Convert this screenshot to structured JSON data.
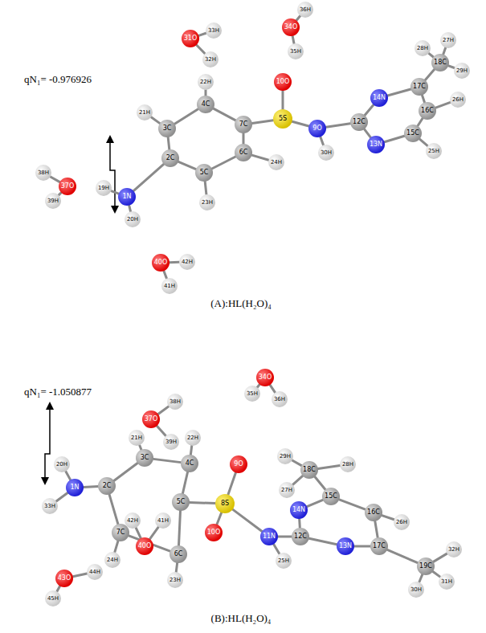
{
  "diagram": {
    "nodes": [
      {
        "text": [
          "31O"
        ]
      },
      {
        "text": [
          "33H"
        ]
      },
      {
        "text": [
          "32H"
        ]
      },
      {
        "text": [
          "36H"
        ]
      },
      {
        "text": [
          "34O"
        ]
      },
      {
        "text": [
          "35H"
        ]
      },
      {
        "text": [
          "10O"
        ]
      },
      {
        "text": [
          "5S"
        ]
      },
      {
        "text": [
          "9O"
        ]
      },
      {
        "text": [
          "30H"
        ]
      },
      {
        "text": [
          "12C"
        ]
      },
      {
        "text": [
          "14N"
        ]
      },
      {
        "text": [
          "13N"
        ]
      },
      {
        "text": [
          "15C"
        ]
      },
      {
        "text": [
          "16C"
        ]
      },
      {
        "text": [
          "17C"
        ]
      },
      {
        "text": [
          "18C"
        ]
      },
      {
        "text": [
          "27H"
        ]
      },
      {
        "text": [
          "28H"
        ]
      },
      {
        "text": [
          "29H"
        ]
      },
      {
        "text": [
          "26H"
        ]
      },
      {
        "text": [
          "25H"
        ]
      },
      {
        "text": [
          "7C"
        ]
      },
      {
        "text": [
          "4C"
        ]
      },
      {
        "text": [
          "22H"
        ]
      },
      {
        "text": [
          "3C"
        ]
      },
      {
        "text": [
          "21H"
        ]
      },
      {
        "text": [
          "2C"
        ]
      },
      {
        "text": [
          "6C"
        ]
      },
      {
        "text": [
          "5C"
        ]
      },
      {
        "text": [
          "24H"
        ]
      },
      {
        "text": [
          "23H"
        ]
      },
      {
        "text": [
          "1N"
        ]
      },
      {
        "text": [
          "19H"
        ]
      },
      {
        "text": [
          "20H"
        ]
      },
      {
        "text": [
          "37O"
        ]
      },
      {
        "text": [
          "38H"
        ]
      },
      {
        "text": [
          "39H"
        ]
      },
      {
        "text": [
          "40O"
        ]
      },
      {
        "text": [
          "42H"
        ]
      },
      {
        "text": [
          "41H"
        ]
      },
      {
        "text": [
          "34O"
        ]
      },
      {
        "text": [
          "35H"
        ]
      },
      {
        "text": [
          "36H"
        ]
      },
      {
        "text": [
          "37O"
        ]
      },
      {
        "text": [
          "38H"
        ]
      },
      {
        "text": [
          "21H"
        ]
      },
      {
        "text": [
          "39H"
        ]
      },
      {
        "text": [
          "3C"
        ]
      },
      {
        "text": [
          "22H"
        ]
      },
      {
        "text": [
          "4C"
        ]
      },
      {
        "text": [
          "9O"
        ]
      },
      {
        "text": [
          "8S"
        ]
      },
      {
        "text": [
          "10O"
        ]
      },
      {
        "text": [
          "2C"
        ]
      },
      {
        "text": [
          "1N"
        ]
      },
      {
        "text": [
          "20H"
        ]
      },
      {
        "text": [
          "33H"
        ]
      },
      {
        "text": [
          "5C"
        ]
      },
      {
        "text": [
          "7C"
        ]
      },
      {
        "text": [
          "40O"
        ]
      },
      {
        "text": [
          "42H"
        ]
      },
      {
        "text": [
          "41H"
        ]
      },
      {
        "text": [
          "6C"
        ]
      },
      {
        "text": [
          "24H"
        ]
      },
      {
        "text": [
          "23H"
        ]
      },
      {
        "text": [
          "43O"
        ]
      },
      {
        "text": [
          "44H"
        ]
      },
      {
        "text": [
          "45H"
        ]
      },
      {
        "text": [
          "11N"
        ]
      },
      {
        "text": [
          "25H"
        ]
      },
      {
        "text": [
          "12C"
        ]
      },
      {
        "text": [
          "14N"
        ]
      },
      {
        "text": [
          "13N"
        ]
      },
      {
        "text": [
          "15C"
        ]
      },
      {
        "text": [
          "16C"
        ]
      },
      {
        "text": [
          "26H"
        ]
      },
      {
        "text": [
          "17C"
        ]
      },
      {
        "text": [
          "18C"
        ]
      },
      {
        "text": [
          "27H"
        ]
      },
      {
        "text": [
          "28H"
        ]
      },
      {
        "text": [
          "29H"
        ]
      },
      {
        "text": [
          "19C"
        ]
      },
      {
        "text": [
          "32H"
        ]
      },
      {
        "text": [
          "31H"
        ]
      },
      {
        "text": [
          "30H"
        ]
      }
    ],
    "edges": [
      {
        "from": 0,
        "to": 1,
        "arrow": "none"
      },
      {
        "from": 0,
        "to": 2,
        "arrow": "none"
      },
      {
        "from": 4,
        "to": 3,
        "arrow": "none"
      },
      {
        "from": 4,
        "to": 5,
        "arrow": "none"
      },
      {
        "from": 7,
        "to": 6,
        "arrow": "none"
      },
      {
        "from": 7,
        "to": 8,
        "arrow": "none"
      },
      {
        "from": 8,
        "to": 9,
        "arrow": "none"
      },
      {
        "from": 8,
        "to": 10,
        "arrow": "none"
      },
      {
        "from": 10,
        "to": 11,
        "arrow": "none"
      },
      {
        "from": 10,
        "to": 12,
        "arrow": "none"
      },
      {
        "from": 11,
        "to": 15,
        "arrow": "none"
      },
      {
        "from": 15,
        "to": 14,
        "arrow": "none"
      },
      {
        "from": 14,
        "to": 13,
        "arrow": "none"
      },
      {
        "from": 13,
        "to": 12,
        "arrow": "none"
      },
      {
        "from": 15,
        "to": 16,
        "arrow": "none"
      },
      {
        "from": 16,
        "to": 17,
        "arrow": "none"
      },
      {
        "from": 16,
        "to": 18,
        "arrow": "none"
      },
      {
        "from": 16,
        "to": 19,
        "arrow": "none"
      },
      {
        "from": 14,
        "to": 20,
        "arrow": "none"
      },
      {
        "from": 13,
        "to": 21,
        "arrow": "none"
      },
      {
        "from": 7,
        "to": 22,
        "arrow": "none"
      },
      {
        "from": 22,
        "to": 23,
        "arrow": "none"
      },
      {
        "from": 23,
        "to": 24,
        "arrow": "none"
      },
      {
        "from": 23,
        "to": 25,
        "arrow": "none"
      },
      {
        "from": 25,
        "to": 26,
        "arrow": "none"
      },
      {
        "from": 25,
        "to": 27,
        "arrow": "none"
      },
      {
        "from": 27,
        "to": 29,
        "arrow": "none"
      },
      {
        "from": 29,
        "to": 28,
        "arrow": "none"
      },
      {
        "from": 28,
        "to": 22,
        "arrow": "none"
      },
      {
        "from": 28,
        "to": 30,
        "arrow": "none"
      },
      {
        "from": 29,
        "to": 31,
        "arrow": "none"
      },
      {
        "from": 27,
        "to": 32,
        "arrow": "none"
      },
      {
        "from": 32,
        "to": 33,
        "arrow": "none"
      },
      {
        "from": 32,
        "to": 34,
        "arrow": "none"
      },
      {
        "from": 35,
        "to": 36,
        "arrow": "none"
      },
      {
        "from": 35,
        "to": 37,
        "arrow": "none"
      },
      {
        "from": 38,
        "to": 39,
        "arrow": "none"
      },
      {
        "from": 38,
        "to": 40,
        "arrow": "none"
      },
      {
        "from": 41,
        "to": 42,
        "arrow": "none"
      },
      {
        "from": 41,
        "to": 43,
        "arrow": "none"
      },
      {
        "from": 44,
        "to": 45,
        "arrow": "none"
      },
      {
        "from": 44,
        "to": 47,
        "arrow": "none"
      },
      {
        "from": 48,
        "to": 46,
        "arrow": "none"
      },
      {
        "from": 48,
        "to": 50,
        "arrow": "none"
      },
      {
        "from": 50,
        "to": 49,
        "arrow": "none"
      },
      {
        "from": 50,
        "to": 58,
        "arrow": "none"
      },
      {
        "from": 58,
        "to": 52,
        "arrow": "none"
      },
      {
        "from": 52,
        "to": 51,
        "arrow": "none"
      },
      {
        "from": 52,
        "to": 53,
        "arrow": "none"
      },
      {
        "from": 52,
        "to": 69,
        "arrow": "none"
      },
      {
        "from": 69,
        "to": 70,
        "arrow": "none"
      },
      {
        "from": 69,
        "to": 71,
        "arrow": "none"
      },
      {
        "from": 71,
        "to": 72,
        "arrow": "none"
      },
      {
        "from": 71,
        "to": 73,
        "arrow": "none"
      },
      {
        "from": 72,
        "to": 74,
        "arrow": "none"
      },
      {
        "from": 74,
        "to": 75,
        "arrow": "none"
      },
      {
        "from": 75,
        "to": 77,
        "arrow": "none"
      },
      {
        "from": 77,
        "to": 73,
        "arrow": "none"
      },
      {
        "from": 75,
        "to": 76,
        "arrow": "none"
      },
      {
        "from": 74,
        "to": 78,
        "arrow": "none"
      },
      {
        "from": 78,
        "to": 79,
        "arrow": "none"
      },
      {
        "from": 78,
        "to": 80,
        "arrow": "none"
      },
      {
        "from": 78,
        "to": 81,
        "arrow": "none"
      },
      {
        "from": 77,
        "to": 82,
        "arrow": "none"
      },
      {
        "from": 82,
        "to": 83,
        "arrow": "none"
      },
      {
        "from": 82,
        "to": 84,
        "arrow": "none"
      },
      {
        "from": 82,
        "to": 85,
        "arrow": "none"
      },
      {
        "from": 48,
        "to": 54,
        "arrow": "none"
      },
      {
        "from": 54,
        "to": 55,
        "arrow": "none"
      },
      {
        "from": 55,
        "to": 56,
        "arrow": "none"
      },
      {
        "from": 55,
        "to": 57,
        "arrow": "none"
      },
      {
        "from": 54,
        "to": 59,
        "arrow": "none"
      },
      {
        "from": 59,
        "to": 63,
        "arrow": "none"
      },
      {
        "from": 63,
        "to": 58,
        "arrow": "none"
      },
      {
        "from": 59,
        "to": 64,
        "arrow": "none"
      },
      {
        "from": 63,
        "to": 65,
        "arrow": "none"
      },
      {
        "from": 66,
        "to": 67,
        "arrow": "none"
      },
      {
        "from": 66,
        "to": 68,
        "arrow": "none"
      },
      {
        "from": 60,
        "to": 61,
        "arrow": "none"
      },
      {
        "from": 60,
        "to": 62,
        "arrow": "none"
      }
    ],
    "labels": [
      "qN₁= -0.976926",
      "(A):HL(H₂O)₄",
      "qN₁= -1.050877",
      "(B):HL(H₂O)₄"
    ]
  }
}
